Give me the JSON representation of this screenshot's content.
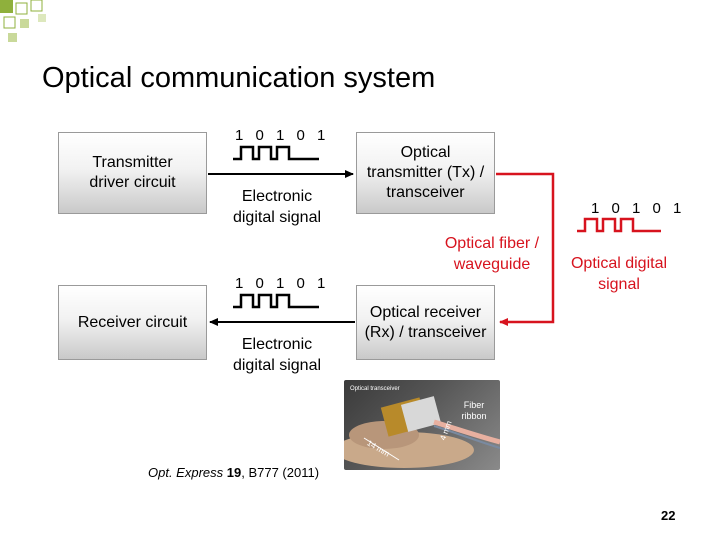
{
  "title": "Optical communication system",
  "tx_driver": {
    "label": "Transmitter driver circuit"
  },
  "rx_circuit": {
    "label": "Receiver circuit"
  },
  "optical_tx": {
    "label": "Optical transmitter (Tx) / transceiver"
  },
  "optical_rx": {
    "label": "Optical receiver (Rx) / transceiver"
  },
  "top_signal": {
    "bits": "1 0 1 0 1",
    "label": "Electronic digital signal"
  },
  "bottom_signal": {
    "bits": "1 0 1 0 1",
    "label": "Electronic digital signal"
  },
  "optical_signal": {
    "bits": "1 0 1 0 1",
    "label": "Optical digital signal"
  },
  "fiber": {
    "label": "Optical fiber / waveguide"
  },
  "photo": {
    "caption": "Optical transceiver",
    "fiber_label": "Fiber ribbon",
    "dim_14": "14 mm",
    "dim_4": "4 mm"
  },
  "reference": {
    "journal": "Opt. Express",
    "volume": "19",
    "rest": ", B777 (2011)"
  },
  "page_number": "22",
  "colors": {
    "accent_red": "#d7131e",
    "decor_green": "#8fb03c"
  }
}
